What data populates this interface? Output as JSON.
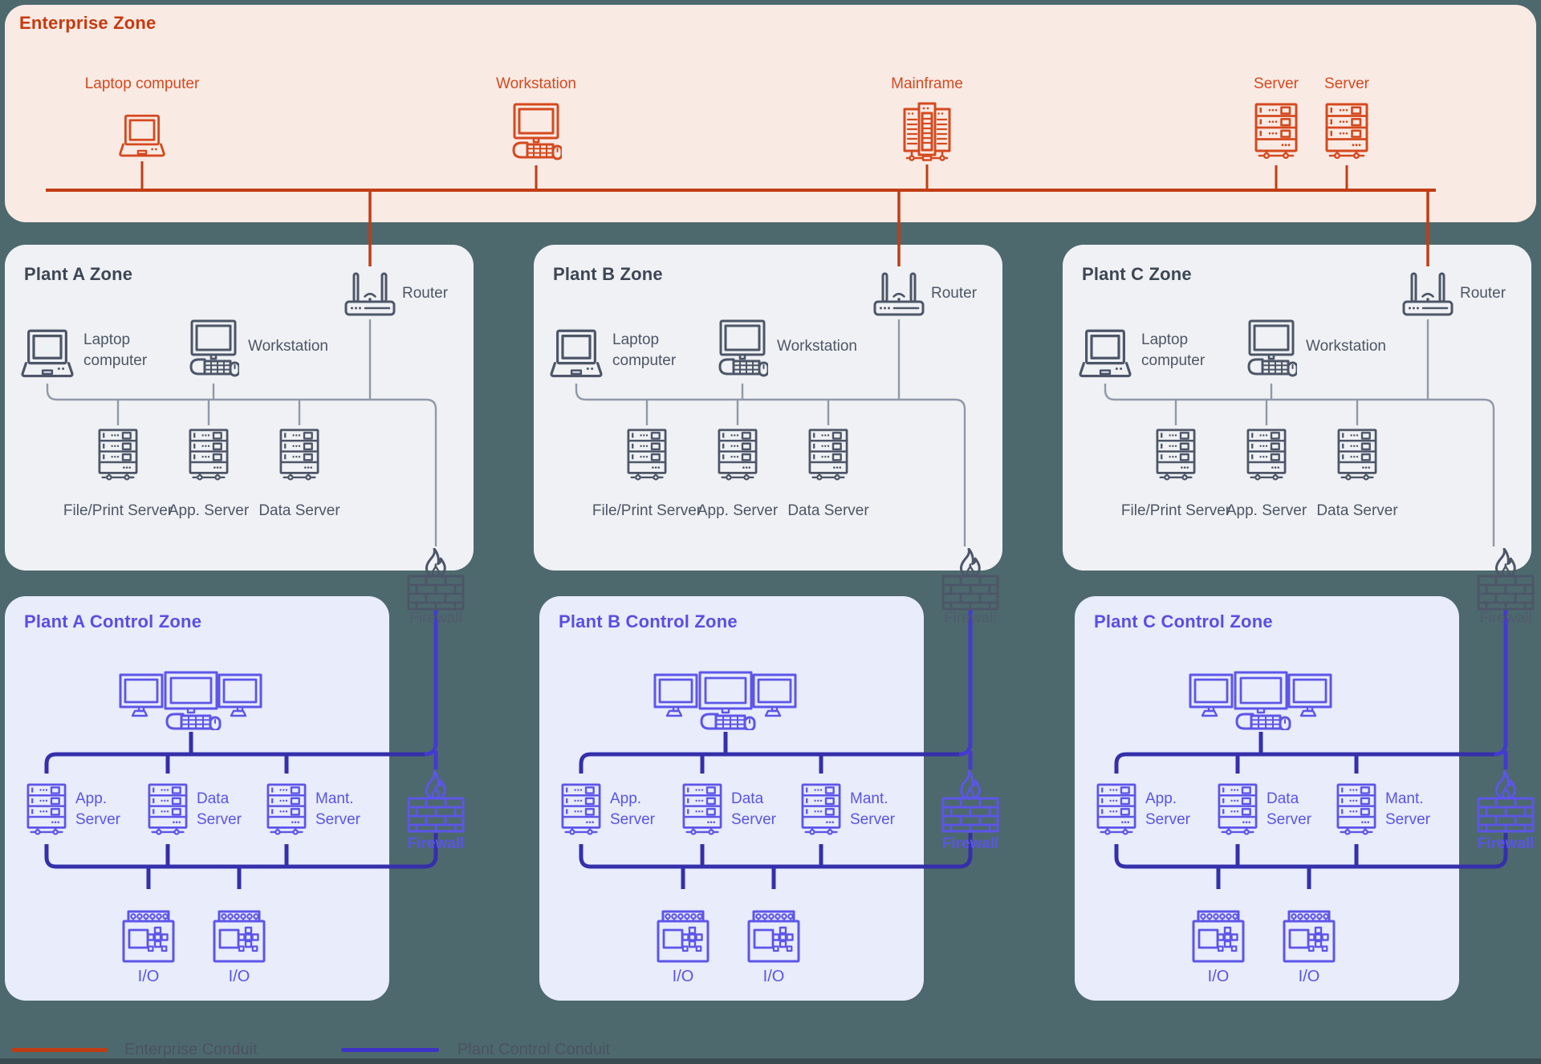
{
  "canvas_bg": "#4d696d",
  "enterprise_zone": {
    "title": "Enterprise Zone",
    "devices": [
      {
        "name": "laptop",
        "label": "Laptop computer"
      },
      {
        "name": "workstation",
        "label": "Workstation"
      },
      {
        "name": "mainframe",
        "label": "Mainframe"
      },
      {
        "name": "server-1",
        "label": "Server"
      },
      {
        "name": "server-2",
        "label": "Server"
      }
    ]
  },
  "plant_zones": [
    {
      "title": "Plant A Zone",
      "laptop": "Laptop computer",
      "workstation": "Workstation",
      "router": "Router",
      "servers": [
        "File/Print Server",
        "App. Server",
        "Data Server"
      ]
    },
    {
      "title": "Plant B Zone",
      "laptop": "Laptop computer",
      "workstation": "Workstation",
      "router": "Router",
      "servers": [
        "File/Print Server",
        "App. Server",
        "Data Server"
      ]
    },
    {
      "title": "Plant C Zone",
      "laptop": "Laptop computer",
      "workstation": "Workstation",
      "router": "Router",
      "servers": [
        "File/Print Server",
        "App. Server",
        "Data Server"
      ]
    }
  ],
  "control_zones": [
    {
      "title": "Plant A Control Zone",
      "servers": [
        "App. Server",
        "Data Server",
        "Mant. Server"
      ],
      "io": [
        "I/O",
        "I/O"
      ]
    },
    {
      "title": "Plant B Control Zone",
      "servers": [
        "App. Server",
        "Data Server",
        "Mant. Server"
      ],
      "io": [
        "I/O",
        "I/O"
      ]
    },
    {
      "title": "Plant C Control Zone",
      "servers": [
        "App. Server",
        "Data Server",
        "Mant. Server"
      ],
      "io": [
        "I/O",
        "I/O"
      ]
    }
  ],
  "labels": {
    "firewall": "Firewall"
  },
  "legend": {
    "items": [
      {
        "label": "Enterprise Conduit",
        "color": "#c03c14"
      },
      {
        "label": "Plant Control Conduit",
        "color": "#3d33c8"
      }
    ]
  },
  "colors": {
    "enterprise_accent": "#d5491e",
    "plant_accent": "#4d5668",
    "control_accent": "#5d55ea",
    "enterprise_conduit": "#c23d15",
    "plant_control_conduit": "#352fab",
    "conduit_bright": "#443ad0",
    "plant_wire": "#9099a8"
  }
}
